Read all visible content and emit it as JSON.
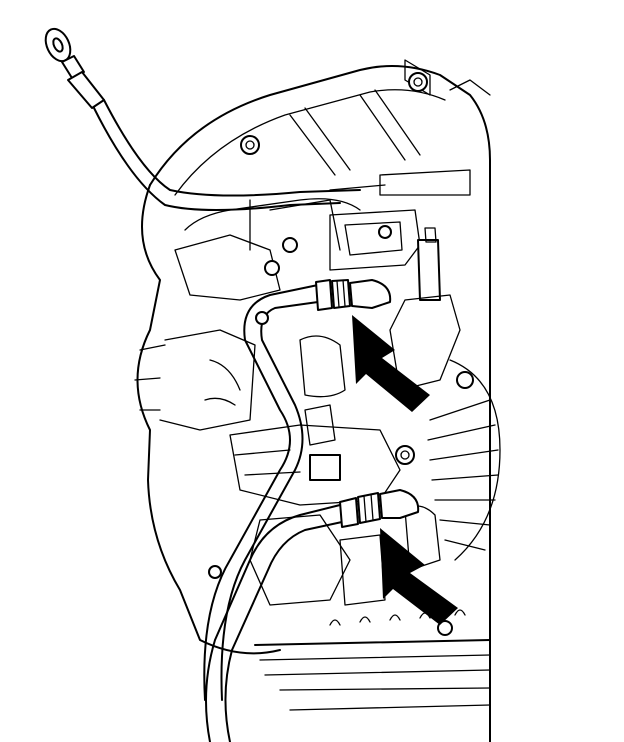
{
  "figure": {
    "subject": "transmission-cooler-line-fittings",
    "callouts": [
      {
        "id": "upper-fitting-arrow",
        "icon": "arrow-icon"
      },
      {
        "id": "lower-fitting-arrow",
        "icon": "arrow-icon"
      }
    ],
    "colors": {
      "line": "#000000",
      "background": "#ffffff"
    }
  }
}
